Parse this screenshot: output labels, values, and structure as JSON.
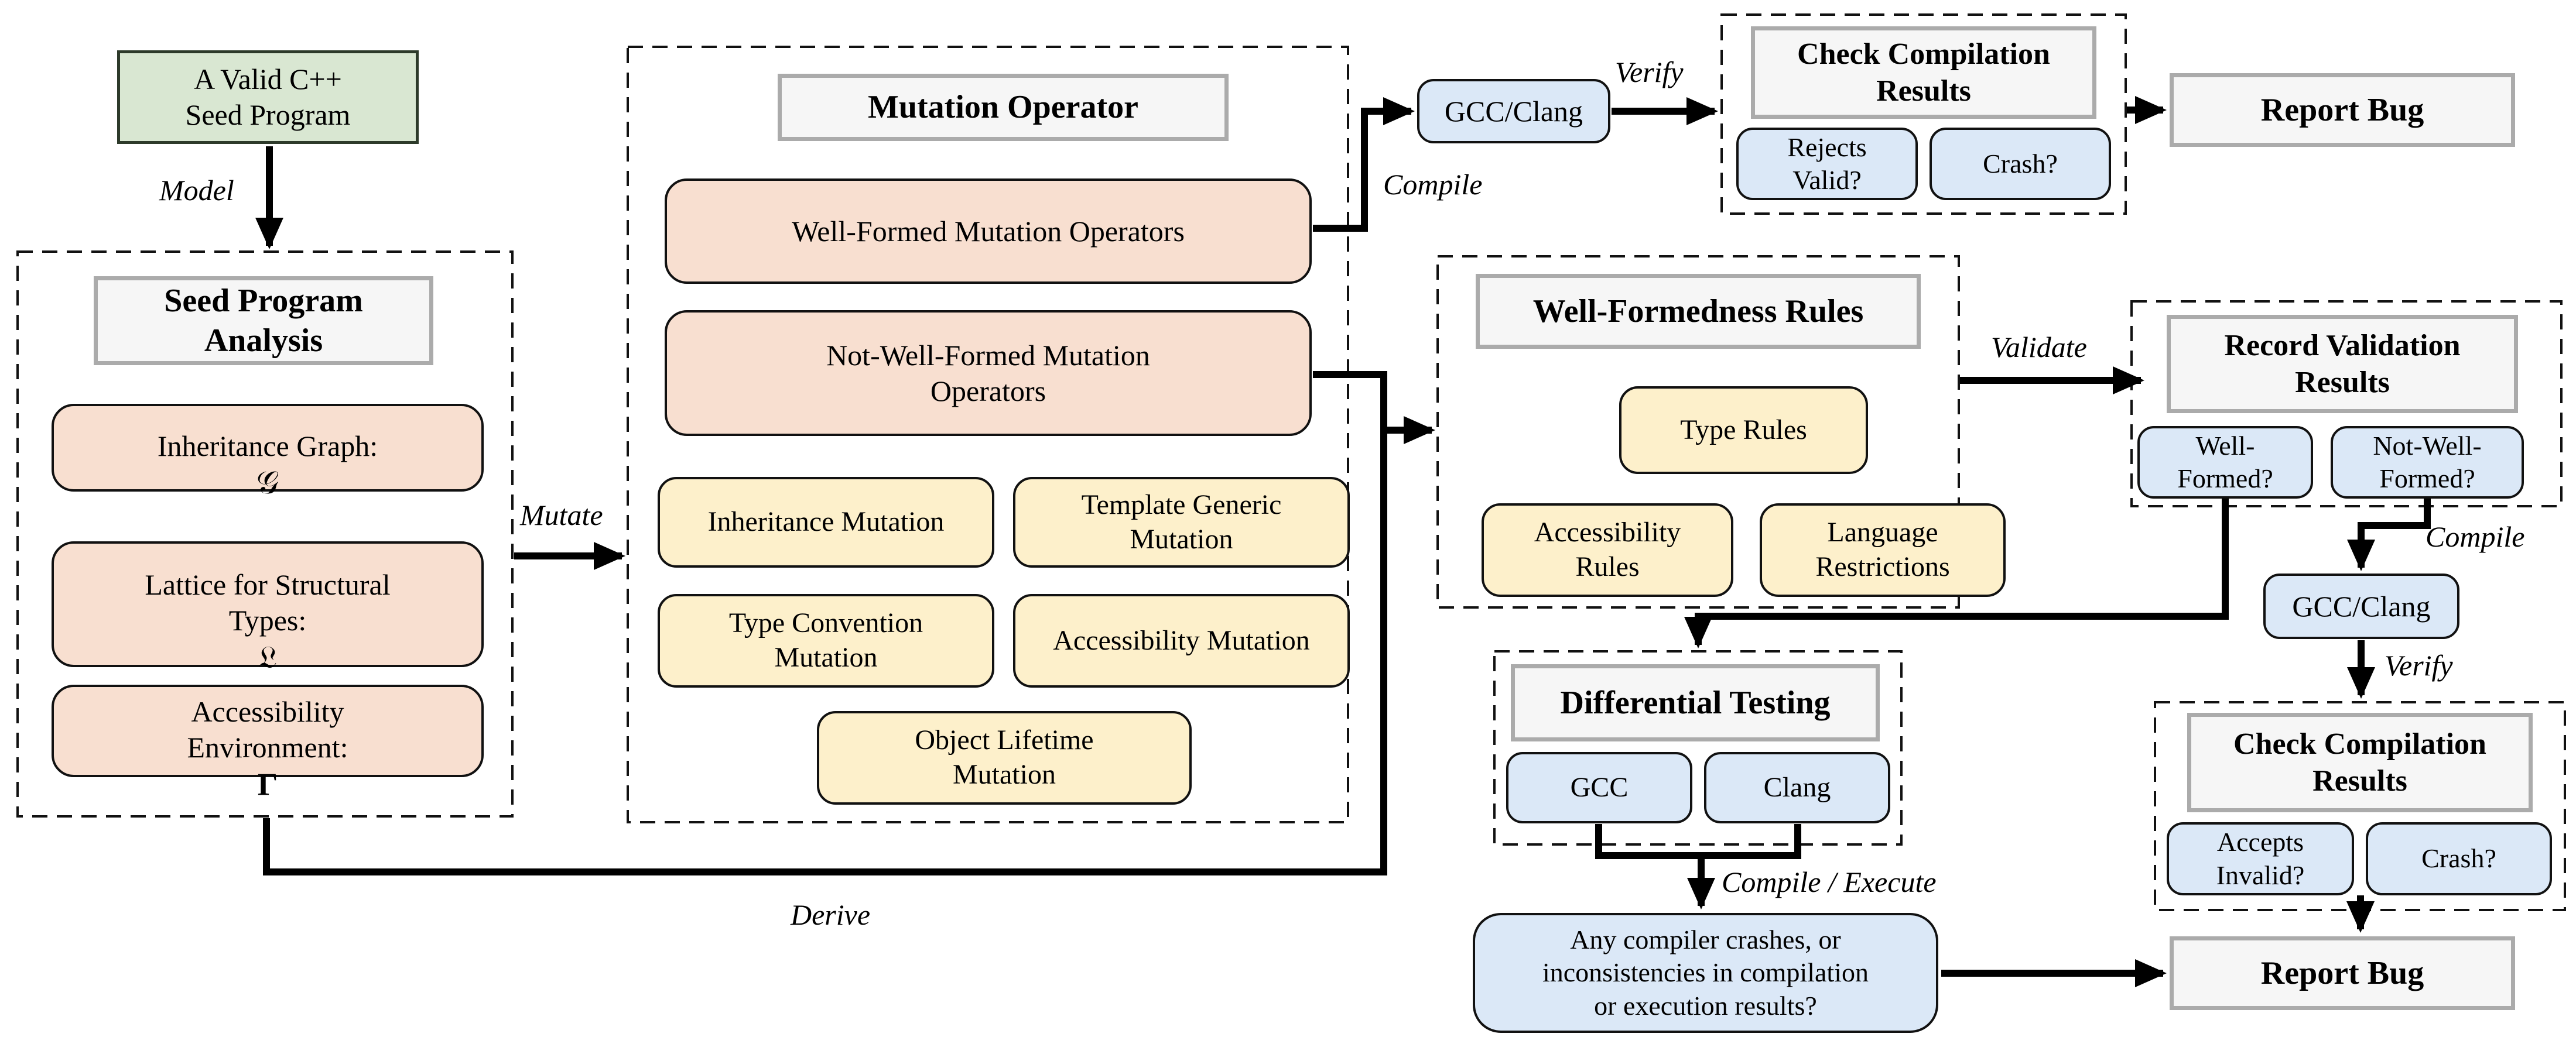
{
  "nodes": {
    "seed_program": "A Valid C++\nSeed Program",
    "seed_analysis": {
      "title": "Seed Program\nAnalysis",
      "inheritance_graph": {
        "label": "Inheritance Graph:",
        "symbol": "𝒢"
      },
      "lattice": {
        "label": "Lattice for Structural\nTypes:",
        "symbol": "𝔏"
      },
      "accessibility_env": {
        "label": "Accessibility\nEnvironment:",
        "symbol": "Γ"
      }
    },
    "mutation_operator": {
      "title": "Mutation Operator",
      "well_formed": "Well-Formed Mutation Operators",
      "not_well_formed": "Not-Well-Formed Mutation\nOperators",
      "mutations": [
        "Inheritance Mutation",
        "Template Generic\nMutation",
        "Type Convention\nMutation",
        "Accessibility Mutation",
        "Object Lifetime\nMutation"
      ]
    },
    "gcc_clang": "GCC/Clang",
    "check_compilation_top": {
      "title": "Check Compilation\nResults",
      "rejects_valid": "Rejects\nValid?",
      "crash": "Crash?"
    },
    "check_compilation_right": {
      "title": "Check Compilation\nResults",
      "accepts_invalid": "Accepts\nInvalid?",
      "crash": "Crash?"
    },
    "report_bug": "Report Bug",
    "well_formedness_rules": {
      "title": "Well-Formedness Rules",
      "type_rules": "Type Rules",
      "accessibility_rules": "Accessibility\nRules",
      "language_restrictions": "Language\nRestrictions"
    },
    "record_validation": {
      "title": "Record Validation\nResults",
      "well_formed": "Well-\nFormed?",
      "not_well_formed": "Not-Well-\nFormed?"
    },
    "differential_testing": {
      "title": "Differential Testing",
      "gcc": "GCC",
      "clang": "Clang"
    },
    "question": "Any compiler crashes, or\ninconsistencies in compilation\nor execution results?"
  },
  "edge_labels": {
    "model": "Model",
    "mutate": "Mutate",
    "derive": "Derive",
    "compile": "Compile",
    "verify": "Verify",
    "validate": "Validate",
    "compile_execute": "Compile / Execute"
  },
  "colors": {
    "seed_green": "#d9e7d2",
    "analysis_peach": "#f8dfd0",
    "mutation_yellow": "#fdf0cb",
    "compiler_blue": "#dbe8f7",
    "title_gray": "#f6f6f6",
    "title_border_gray": "#ababab",
    "line_black": "#000000"
  }
}
